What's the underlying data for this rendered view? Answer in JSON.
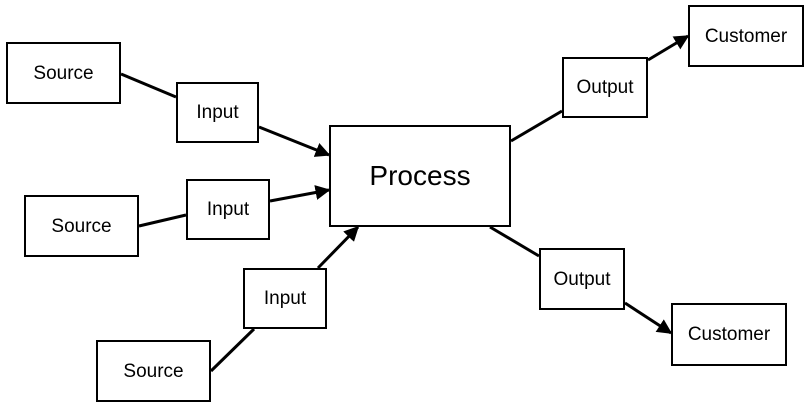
{
  "nodes": {
    "source_1": "Source",
    "source_2": "Source",
    "source_3": "Source",
    "input_1": "Input",
    "input_2": "Input",
    "input_3": "Input",
    "process": "Process",
    "output_1": "Output",
    "output_2": "Output",
    "customer_1": "Customer",
    "customer_2": "Customer"
  },
  "connections": [
    {
      "from": "source_1",
      "to": "input_1",
      "arrow": false
    },
    {
      "from": "input_1",
      "to": "process",
      "arrow": true
    },
    {
      "from": "source_2",
      "to": "input_2",
      "arrow": false
    },
    {
      "from": "input_2",
      "to": "process",
      "arrow": true
    },
    {
      "from": "source_3",
      "to": "input_3",
      "arrow": false
    },
    {
      "from": "input_3",
      "to": "process",
      "arrow": true
    },
    {
      "from": "process",
      "to": "output_1",
      "arrow": false
    },
    {
      "from": "output_1",
      "to": "customer_1",
      "arrow": true
    },
    {
      "from": "process",
      "to": "output_2",
      "arrow": false
    },
    {
      "from": "output_2",
      "to": "customer_2",
      "arrow": true
    }
  ],
  "colors": {
    "line": "#000000",
    "box_border": "#000000",
    "background": "#ffffff"
  }
}
